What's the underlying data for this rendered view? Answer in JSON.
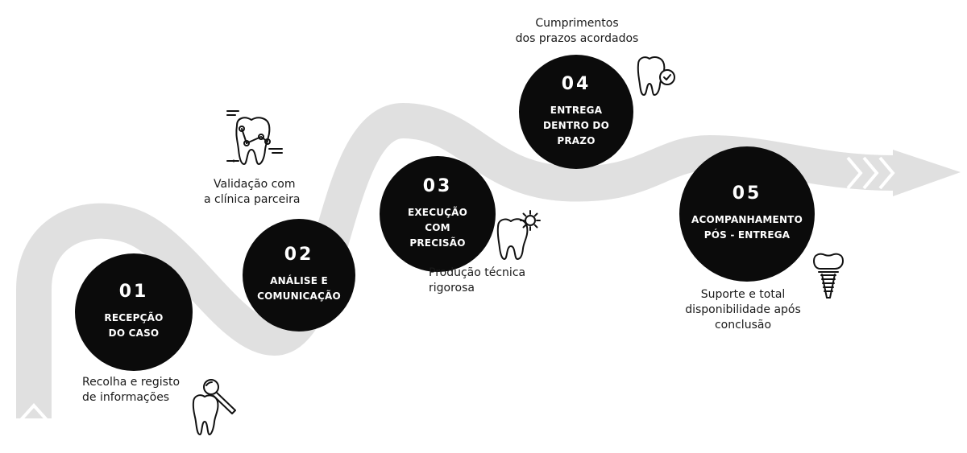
{
  "steps": [
    {
      "number": "01",
      "title_lines": [
        "RECEPÇÃO",
        "DO CASO"
      ],
      "caption_lines": [
        "Recolha e registo",
        "de informações"
      ],
      "icon": "tooth-magnifier-icon"
    },
    {
      "number": "02",
      "title_lines": [
        "ANÁLISE E",
        "COMUNICAÇÃO"
      ],
      "caption_lines": [
        "Validação com",
        "a clínica parceira"
      ],
      "icon": "tooth-network-icon"
    },
    {
      "number": "03",
      "title_lines": [
        "EXECUÇÃO",
        "COM",
        "PRECISÃO"
      ],
      "caption_lines": [
        "Produção técnica",
        "rigorosa"
      ],
      "icon": "tooth-gear-icon"
    },
    {
      "number": "04",
      "title_lines": [
        "ENTREGA",
        "DENTRO DO",
        "PRAZO"
      ],
      "caption_lines": [
        "Cumprimentos",
        "dos prazos acordados"
      ],
      "icon": "tooth-check-icon"
    },
    {
      "number": "05",
      "title_lines": [
        "ACOMPANHAMENTO",
        "PÓS - ENTREGA"
      ],
      "caption_lines": [
        "Suporte e total",
        "disponibilidade após",
        "conclusão"
      ],
      "icon": "dental-implant-icon"
    }
  ],
  "colors": {
    "road": "#e0e0e0",
    "circle": "#0b0b0b",
    "circle_text": "#ffffff",
    "caption_text": "#1a1a1a"
  }
}
